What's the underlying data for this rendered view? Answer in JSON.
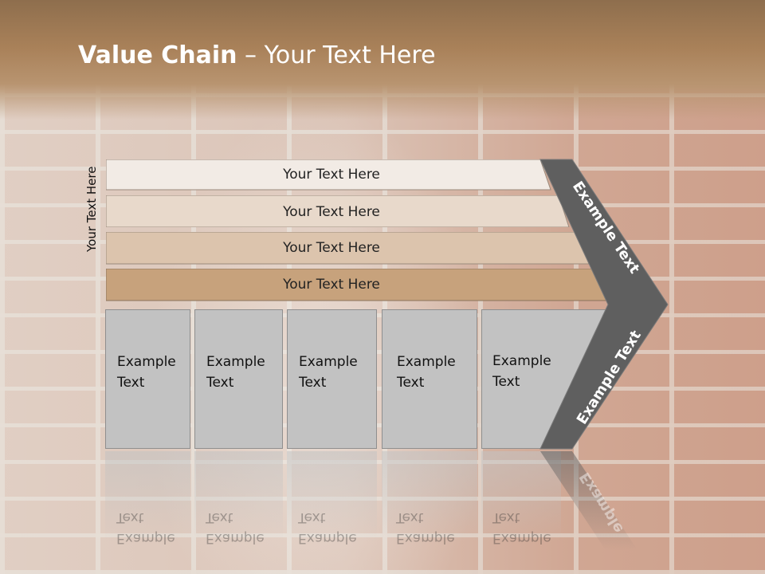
{
  "slide": {
    "title_bold": "Value Chain",
    "title_rest": " – Your Text Here",
    "side_label": "Your Text Here"
  },
  "bands": [
    {
      "label": "Your Text Here",
      "color": "#f2ebe5"
    },
    {
      "label": "Your Text Here",
      "color": "#e8d9cb"
    },
    {
      "label": "Your Text Here",
      "color": "#dcc4ad"
    },
    {
      "label": "Your Text Here",
      "color": "#c7a27c"
    }
  ],
  "columns": [
    {
      "line1": "Example",
      "line2": "Text"
    },
    {
      "line1": "Example",
      "line2": "Text"
    },
    {
      "line1": "Example",
      "line2": "Text"
    },
    {
      "line1": "Example",
      "line2": "Text"
    },
    {
      "line1": "Example",
      "line2": "Text"
    }
  ],
  "chevron": {
    "upper_label": "Example Text",
    "lower_label": "Example Text",
    "color": "#5f5f5f"
  },
  "reflection": {
    "lower_label": "Example"
  }
}
